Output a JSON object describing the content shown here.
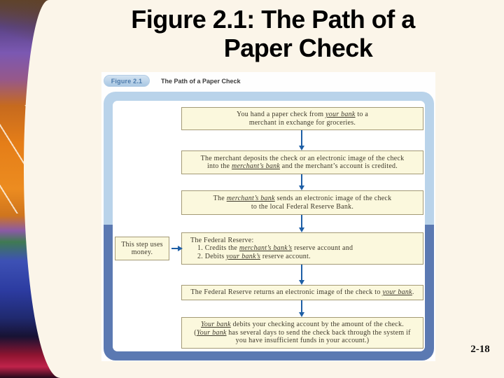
{
  "slide": {
    "title_lines": [
      "Figure 2.1: The Path of a",
      "Paper Check"
    ],
    "page_number": "2-18"
  },
  "figure": {
    "badge_label": "Figure 2.1",
    "header_title": "The Path of a Paper Check",
    "side_note": {
      "lines": [
        "This step uses",
        "money."
      ]
    },
    "boxes": [
      {
        "name": "step-1",
        "align": "center",
        "lines": [
          {
            "segments": [
              {
                "t": "You hand a paper check from "
              },
              {
                "t": "your bank",
                "em": true
              },
              {
                "t": " to a"
              }
            ]
          },
          {
            "segments": [
              {
                "t": "merchant in exchange for groceries."
              }
            ]
          }
        ]
      },
      {
        "name": "step-2",
        "align": "center",
        "lines": [
          {
            "segments": [
              {
                "t": "The merchant deposits the check or an electronic image of the check"
              }
            ]
          },
          {
            "segments": [
              {
                "t": "into the "
              },
              {
                "t": "merchant’s bank",
                "em": true
              },
              {
                "t": " and the merchant’s account is credited."
              }
            ]
          }
        ]
      },
      {
        "name": "step-3",
        "align": "center",
        "lines": [
          {
            "segments": [
              {
                "t": "The "
              },
              {
                "t": "merchant’s bank",
                "em": true
              },
              {
                "t": " sends an electronic image of the check"
              }
            ]
          },
          {
            "segments": [
              {
                "t": "to the local Federal Reserve Bank."
              }
            ]
          }
        ]
      },
      {
        "name": "step-4-federal-reserve",
        "align": "left",
        "lines": [
          {
            "segments": [
              {
                "t": "The Federal Reserve:"
              }
            ]
          },
          {
            "indent": true,
            "segments": [
              {
                "t": "1. Credits the "
              },
              {
                "t": "merchant’s bank’s",
                "em": true
              },
              {
                "t": " reserve account and"
              }
            ]
          },
          {
            "indent": true,
            "segments": [
              {
                "t": "2. Debits "
              },
              {
                "t": "your bank’s",
                "em": true
              },
              {
                "t": " reserve account."
              }
            ]
          }
        ]
      },
      {
        "name": "step-5",
        "align": "center",
        "lines": [
          {
            "segments": [
              {
                "t": "The Federal Reserve returns an electronic image of the check to "
              },
              {
                "t": "your bank",
                "em": true
              },
              {
                "t": "."
              }
            ]
          }
        ]
      },
      {
        "name": "step-6",
        "align": "center",
        "lines": [
          {
            "segments": [
              {
                "t": "Your bank",
                "em": true
              },
              {
                "t": " debits your checking account by the amount of the check."
              }
            ]
          },
          {
            "segments": [
              {
                "t": "("
              },
              {
                "t": "Your bank",
                "em": true
              },
              {
                "t": " has several days to send the check back through the system if"
              }
            ]
          },
          {
            "segments": [
              {
                "t": "you have insufficient funds in your account.)"
              }
            ]
          }
        ]
      }
    ]
  },
  "colors": {
    "slide_background": "#fbf5e9",
    "figure_frame_light_blue": "#b9d3ea",
    "figure_frame_dark_blue": "#5b79b2",
    "flow_box_fill": "#fbf8dd",
    "flow_box_border": "#a49a76",
    "arrow_blue": "#1e5fa6",
    "badge_text_blue": "#4b7aab"
  }
}
